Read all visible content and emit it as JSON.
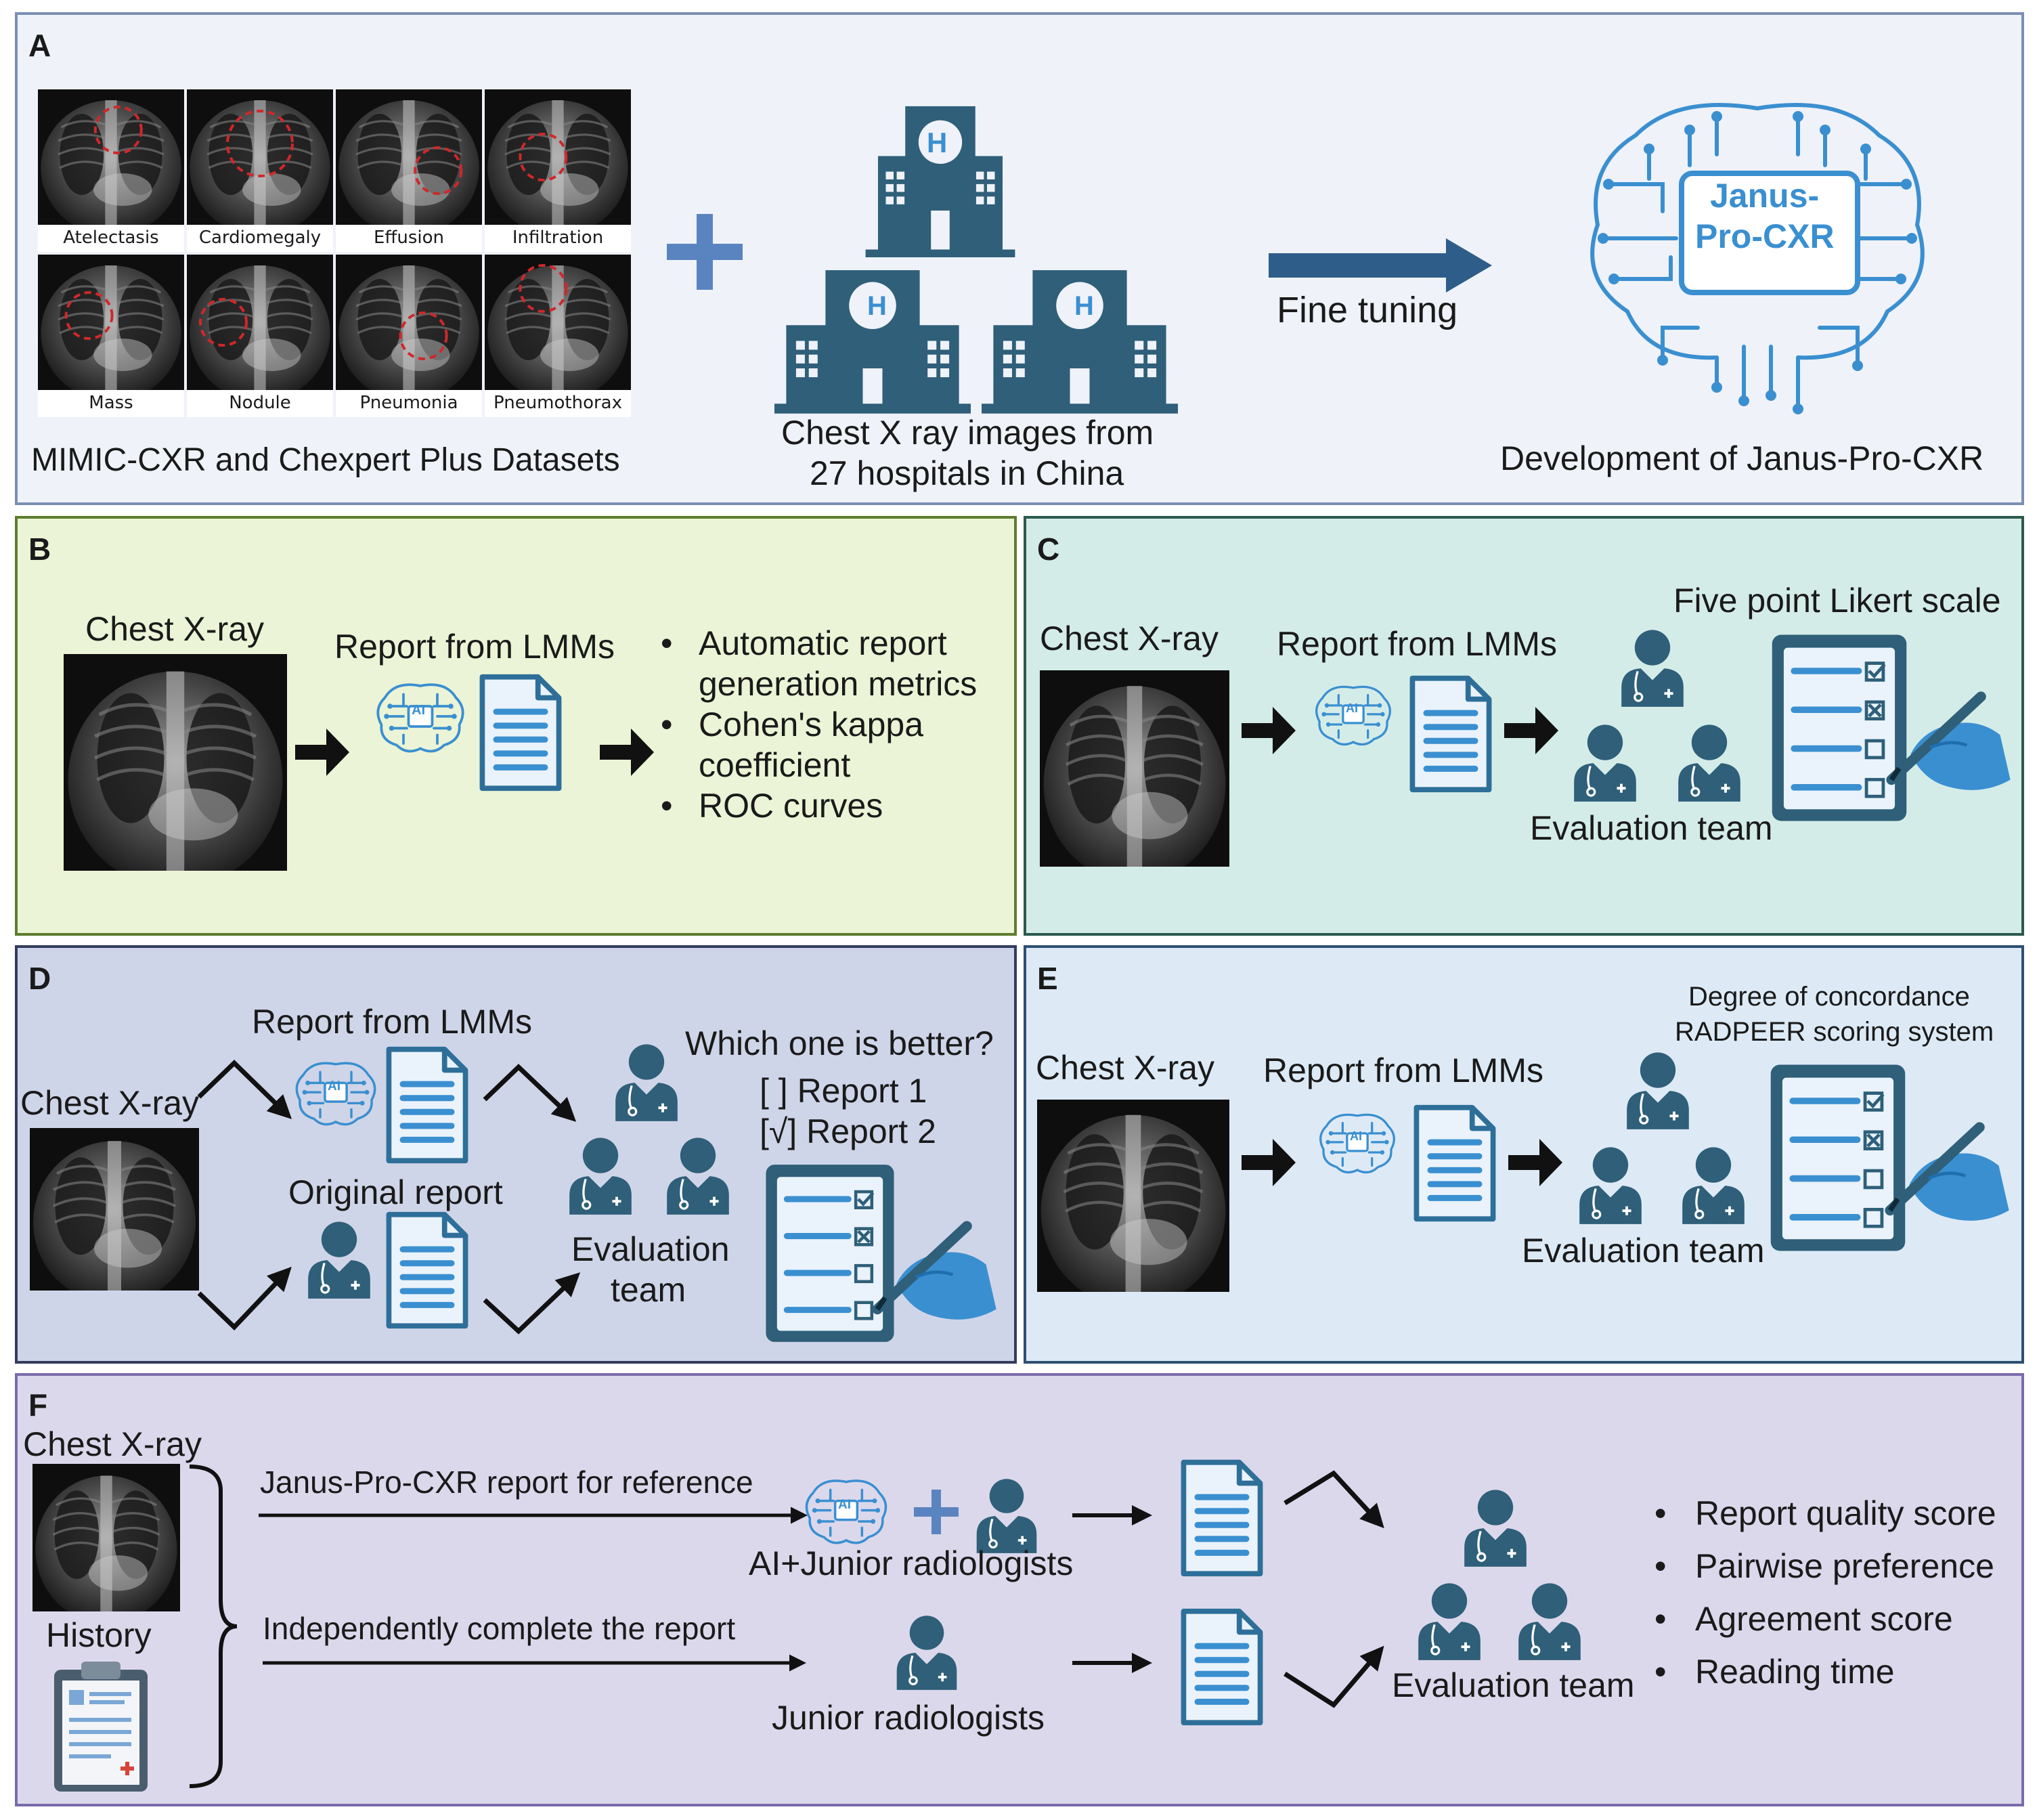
{
  "panels": {
    "A": {
      "label": "A",
      "diseases": [
        "Atelectasis",
        "Cardiomegaly",
        "Effusion",
        "Infiltration",
        "Mass",
        "Nodule",
        "Pneumonia",
        "Pneumothorax"
      ],
      "datasets_caption": "MIMIC-CXR and Chexpert Plus Datasets",
      "hospital_icon_letter": "H",
      "hospitals_caption_1": "Chest X ray images from",
      "hospitals_caption_2": "27 hospitals in China",
      "arrow_label": "Fine tuning",
      "model_name_1": "Janus-",
      "model_name_2": "Pro-CXR",
      "model_caption": "Development of Janus-Pro-CXR"
    },
    "B": {
      "label": "B",
      "xray_title": "Chest X-ray",
      "report_title": "Report from LMMs",
      "bullets": [
        "Automatic report\ngeneration metrics",
        "Cohen's kappa\ncoefficient",
        "ROC curves"
      ]
    },
    "C": {
      "label": "C",
      "xray_title": "Chest X-ray",
      "report_title": "Report from LMMs",
      "scale_title": "Five point Likert scale",
      "team": "Evaluation team"
    },
    "D": {
      "label": "D",
      "xray_title": "Chest X-ray",
      "report_title": "Report from LMMs",
      "original_title": "Original report",
      "question": "Which one is better?",
      "option1": "[ ] Report 1",
      "option2": "[√] Report 2",
      "team_1": "Evaluation",
      "team_2": "team"
    },
    "E": {
      "label": "E",
      "xray_title": "Chest X-ray",
      "report_title": "Report from LMMs",
      "scale_title_1": "Degree of concordance",
      "scale_title_2": "RADPEER scoring system",
      "team": "Evaluation team"
    },
    "F": {
      "label": "F",
      "xray_title": "Chest X-ray",
      "history": "History",
      "top_arrow": "Janus-Pro-CXR report for reference",
      "bottom_arrow": "Independently complete the report",
      "ai_group": "AI+Junior radiologists",
      "junior": "Junior radiologists",
      "team": "Evaluation team",
      "bullets": [
        "Report quality score",
        "Pairwise preference",
        "Agreement score",
        "Reading time"
      ]
    }
  },
  "ai_badge": "AI",
  "colors": {
    "accent_blue": "#3a8fd0",
    "icon_dark": "#2f5f79",
    "panel_A_bg": "#eff2f9",
    "panel_A_border": "#7b8fb3",
    "panel_B_bg": "#ebf4d6",
    "panel_B_border": "#5e7d2f",
    "panel_C_bg": "#d4ece8",
    "panel_C_border": "#2c5a4d",
    "panel_D_bg": "#cfd5e8",
    "panel_D_border": "#333b5e",
    "panel_E_bg": "#ddeaf6",
    "panel_E_border": "#2f4f72",
    "panel_F_bg": "#dcd8ec",
    "panel_F_border": "#7b6aaa"
  }
}
